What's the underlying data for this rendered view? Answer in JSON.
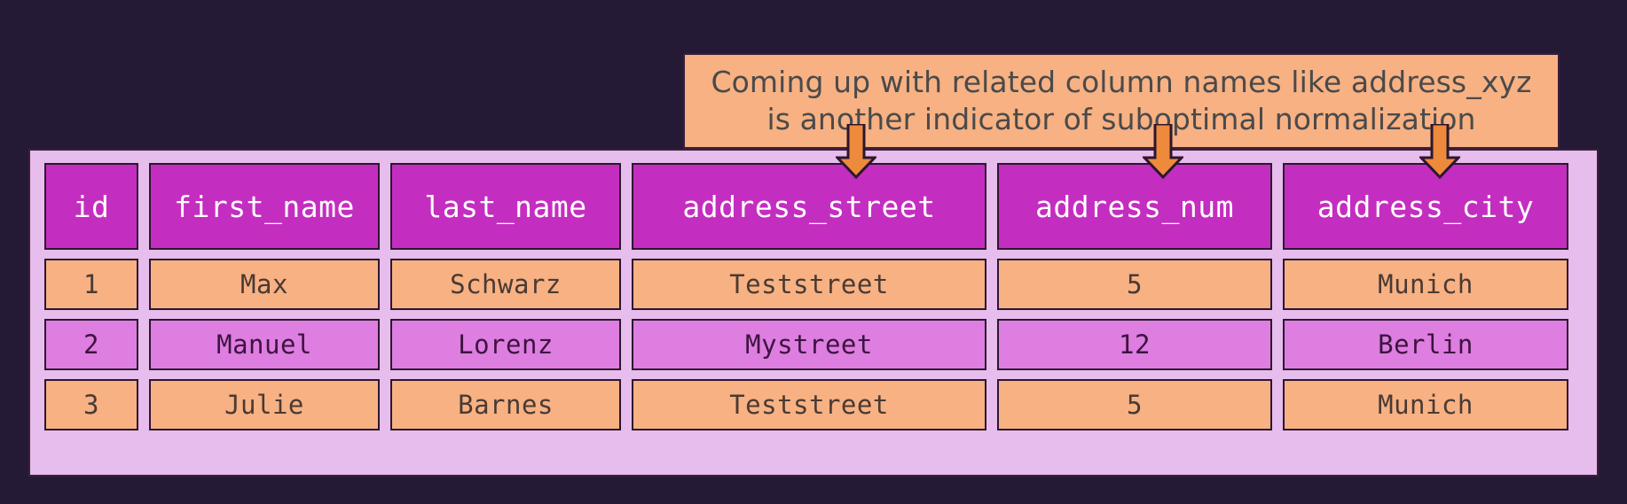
{
  "theme": {
    "page_background": "#251a36",
    "panel_background": "#e6bdec",
    "header_cell": "#c42ec0",
    "orange": "#f7b183",
    "violet": "#dd7ee0",
    "arrow": "#ed8a3c",
    "outline": "#2d1630"
  },
  "callout": {
    "text": "Coming up with related column names like address_xyz is another indicator of suboptimal normalization"
  },
  "annotations": {
    "arrows": [
      {
        "name": "arrow-address-street",
        "target": "address_street"
      },
      {
        "name": "arrow-address-num",
        "target": "address_num"
      },
      {
        "name": "arrow-address-city",
        "target": "address_city"
      }
    ]
  },
  "table": {
    "columns": [
      "id",
      "first_name",
      "last_name",
      "address_street",
      "address_num",
      "address_city"
    ],
    "rows": [
      {
        "style": "orange",
        "cells": [
          "1",
          "Max",
          "Schwarz",
          "Teststreet",
          "5",
          "Munich"
        ]
      },
      {
        "style": "violet",
        "cells": [
          "2",
          "Manuel",
          "Lorenz",
          "Mystreet",
          "12",
          "Berlin"
        ]
      },
      {
        "style": "orange",
        "cells": [
          "3",
          "Julie",
          "Barnes",
          "Teststreet",
          "5",
          "Munich"
        ]
      }
    ]
  }
}
